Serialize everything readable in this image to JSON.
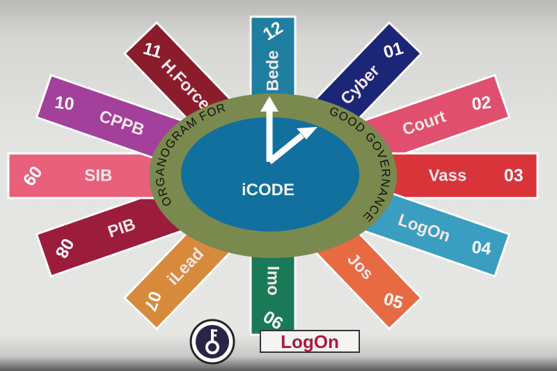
{
  "diagram": {
    "center_title": "iCODE",
    "ring_text_left": "ORGANOGRAM FOR",
    "ring_text_right": "GOOD GOVERNANCE",
    "colors": {
      "ring": "#7a8a4e",
      "center": "#11709e",
      "hands": "#ffffff"
    },
    "spokes": [
      {
        "number": "12",
        "label": "Bede",
        "color": "#1f7fa0"
      },
      {
        "number": "01",
        "label": "Cyber",
        "color": "#1c2677"
      },
      {
        "number": "02",
        "label": "Court",
        "color": "#e0506e"
      },
      {
        "number": "03",
        "label": "Vass",
        "color": "#d8343a"
      },
      {
        "number": "04",
        "label": "LogOn",
        "color": "#3a9ec0"
      },
      {
        "number": "05",
        "label": "Jos",
        "color": "#e86a42"
      },
      {
        "number": "06",
        "label": "Imo",
        "color": "#1a7a58"
      },
      {
        "number": "07",
        "label": "iLead",
        "color": "#d88a3c"
      },
      {
        "number": "08",
        "label": "PIB",
        "color": "#9c1c3c"
      },
      {
        "number": "09",
        "label": "SIB",
        "color": "#e8607c"
      },
      {
        "number": "10",
        "label": "CPPB",
        "color": "#a2409c"
      },
      {
        "number": "11",
        "label": "H.Force",
        "color": "#8a1c2c"
      }
    ]
  },
  "logo": {
    "text": "LogOn",
    "icon": "key-icon"
  }
}
